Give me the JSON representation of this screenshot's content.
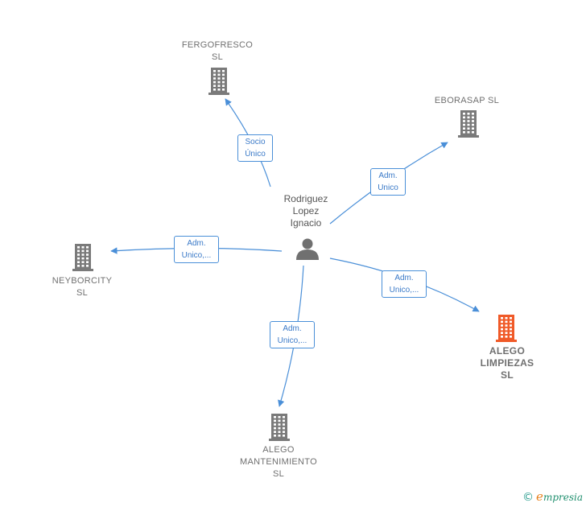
{
  "center": {
    "name_lines": "Rodriguez\nLopez\nIgnacio",
    "icon": "person-icon"
  },
  "companies": [
    {
      "id": "fergofresco",
      "lines": [
        "FERGOFRESCO",
        "SL"
      ],
      "icon": "building-icon",
      "color": "#7a7a7a"
    },
    {
      "id": "eborasap",
      "lines": [
        "EBORASAP SL"
      ],
      "icon": "building-icon",
      "color": "#7a7a7a"
    },
    {
      "id": "neyborcity",
      "lines": [
        "NEYBORCITY",
        "SL"
      ],
      "icon": "building-icon",
      "color": "#7a7a7a"
    },
    {
      "id": "alego-limpiezas",
      "lines": [
        "ALEGO",
        "LIMPIEZAS",
        "SL"
      ],
      "icon": "building-icon",
      "color": "#f05a28",
      "main": true
    },
    {
      "id": "alego-mantenimiento",
      "lines": [
        "ALEGO",
        "MANTENIMIENTO",
        "SL"
      ],
      "icon": "building-icon",
      "color": "#7a7a7a"
    }
  ],
  "edges": [
    {
      "to": "fergofresco",
      "lines": [
        "Socio",
        "Único"
      ]
    },
    {
      "to": "eborasap",
      "lines": [
        "Adm.",
        "Unico"
      ]
    },
    {
      "to": "neyborcity",
      "lines": [
        "Adm.",
        "Unico,..."
      ]
    },
    {
      "to": "alego-limpiezas",
      "lines": [
        "Adm.",
        "Unico,..."
      ]
    },
    {
      "to": "alego-mantenimiento",
      "lines": [
        "Adm.",
        "Unico,..."
      ]
    }
  ],
  "footer": {
    "copyright": "©",
    "brand_initial": "e",
    "brand_rest": "mpresia"
  },
  "colors": {
    "edge": "#4a8fd8",
    "building": "#7a7a7a",
    "highlight": "#f05a28"
  }
}
